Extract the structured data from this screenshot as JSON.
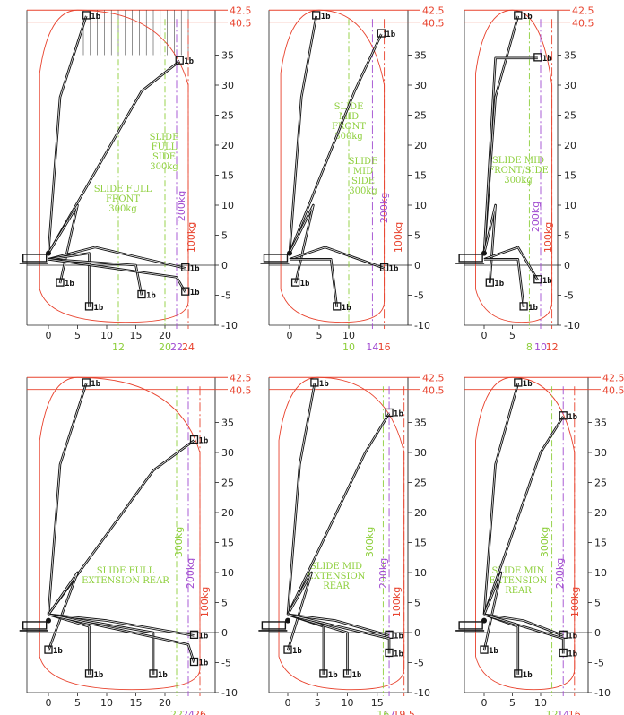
{
  "colors": {
    "envelope": "#e8432e",
    "kg300": "#8ecf3c",
    "kg200": "#a14bd0",
    "kg100": "#e8432e",
    "boom": "#151515",
    "grid": "#222222"
  },
  "top_marks": [
    "42.5",
    "40.5"
  ],
  "y_ticks": [
    {
      "v": 35,
      "t": "35"
    },
    {
      "v": 30,
      "t": "30"
    },
    {
      "v": 25,
      "t": "25"
    },
    {
      "v": 20,
      "t": "20"
    },
    {
      "v": 15,
      "t": "15"
    },
    {
      "v": 10,
      "t": "10"
    },
    {
      "v": 5,
      "t": "5"
    },
    {
      "v": 0,
      "t": "0"
    },
    {
      "v": -5,
      "t": "-5"
    },
    {
      "v": -10,
      "t": "-10"
    }
  ],
  "tip_label": "1b",
  "panels": [
    {
      "id": "slide-full-front-side",
      "x_ticks": [
        "0",
        "5",
        "10",
        "15",
        "20"
      ],
      "bottom_marks": [
        {
          "x": 12,
          "text": "12",
          "c": "kg300"
        },
        {
          "x": 20,
          "text": "20",
          "c": "kg300"
        },
        {
          "x": 22,
          "text": "22",
          "c": "kg200"
        },
        {
          "x": 24,
          "text": "24",
          "c": "kg100"
        }
      ],
      "limit_labels": [
        {
          "text": "200kg",
          "c": "kg200"
        },
        {
          "text": "100kg",
          "c": "kg100"
        }
      ],
      "captions": [
        {
          "lines": [
            "SLIDE",
            "FULL",
            "SIDE",
            "300kg"
          ],
          "c": "kg300"
        },
        {
          "lines": [
            "SLIDE FULL",
            "FRONT",
            "300kg"
          ],
          "c": "kg300"
        }
      ]
    },
    {
      "id": "slide-mid-front-side",
      "x_ticks": [
        "0",
        "5",
        "10"
      ],
      "bottom_marks": [
        {
          "x": 10,
          "text": "10",
          "c": "kg300"
        },
        {
          "x": 14,
          "text": "14",
          "c": "kg200"
        },
        {
          "x": 16,
          "text": "16",
          "c": "kg100"
        }
      ],
      "limit_labels": [
        {
          "text": "200kg",
          "c": "kg200"
        },
        {
          "text": "100kg",
          "c": "kg100"
        }
      ],
      "captions": [
        {
          "lines": [
            "SLIDE",
            "MID",
            "FRONT",
            "300kg"
          ],
          "c": "kg300"
        },
        {
          "lines": [
            "SLIDE",
            "MID",
            "SIDE",
            "300kg"
          ],
          "c": "kg300"
        }
      ]
    },
    {
      "id": "slide-min-front-side",
      "x_ticks": [
        "0",
        "5"
      ],
      "bottom_marks": [
        {
          "x": 8,
          "text": "8",
          "c": "kg300"
        },
        {
          "x": 10,
          "text": "10",
          "c": "kg200"
        },
        {
          "x": 12,
          "text": "12",
          "c": "kg100"
        }
      ],
      "limit_labels": [
        {
          "text": "200kg",
          "c": "kg200"
        },
        {
          "text": "100kg",
          "c": "kg100"
        }
      ],
      "captions": [
        {
          "lines": [
            "SLIDE MID",
            "FRONT/SIDE",
            "300kg"
          ],
          "c": "kg300"
        }
      ]
    },
    {
      "id": "slide-full-extension-rear",
      "x_ticks": [
        "0",
        "5",
        "10",
        "15",
        "20"
      ],
      "bottom_marks": [
        {
          "x": 22,
          "text": "22",
          "c": "kg300"
        },
        {
          "x": 24,
          "text": "24",
          "c": "kg200"
        },
        {
          "x": 26,
          "text": "26",
          "c": "kg100"
        }
      ],
      "limit_labels": [
        {
          "text": "300kg",
          "c": "kg300"
        },
        {
          "text": "200kg",
          "c": "kg200"
        },
        {
          "text": "100kg",
          "c": "kg100"
        }
      ],
      "captions": [
        {
          "lines": [
            "SLIDE FULL",
            "EXTENSION REAR"
          ],
          "c": "kg300"
        }
      ]
    },
    {
      "id": "slide-mid-extension-rear",
      "x_ticks": [
        "0",
        "5",
        "10",
        "15"
      ],
      "bottom_marks": [
        {
          "x": 16,
          "text": "16",
          "c": "kg300"
        },
        {
          "x": 17,
          "text": "17",
          "c": "kg200"
        },
        {
          "x": 19.5,
          "text": "19.5",
          "c": "kg100"
        }
      ],
      "limit_labels": [
        {
          "text": "300kg",
          "c": "kg300"
        },
        {
          "text": "200kg",
          "c": "kg200"
        },
        {
          "text": "100kg",
          "c": "kg100"
        }
      ],
      "captions": [
        {
          "lines": [
            "SLIDE MID",
            "EXTENSION",
            "REAR"
          ],
          "c": "kg300"
        }
      ]
    },
    {
      "id": "slide-min-extension-rear",
      "x_ticks": [
        "0",
        "5",
        "10"
      ],
      "bottom_marks": [
        {
          "x": 12,
          "text": "12",
          "c": "kg300"
        },
        {
          "x": 14,
          "text": "14",
          "c": "kg200"
        },
        {
          "x": 16,
          "text": "16",
          "c": "kg100"
        }
      ],
      "limit_labels": [
        {
          "text": "300kg",
          "c": "kg300"
        },
        {
          "text": "200kg",
          "c": "kg200"
        },
        {
          "text": "100kg",
          "c": "kg100"
        }
      ],
      "captions": [
        {
          "lines": [
            "SLIDE MIN",
            "EXTENSION",
            "REAR"
          ],
          "c": "kg300"
        }
      ]
    }
  ]
}
